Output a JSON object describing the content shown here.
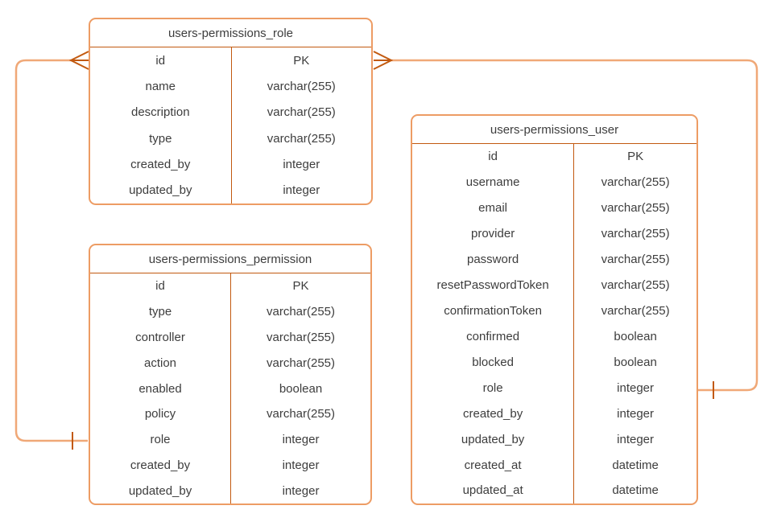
{
  "diagram": {
    "colors": {
      "edge_light": "#F0A877",
      "edge_dark": "#C2590F",
      "table_border": "#ED9C64",
      "text": "#3d3d3d"
    },
    "tables": [
      {
        "title": "users-permissions_role",
        "fields": [
          {
            "name": "id",
            "type": "PK"
          },
          {
            "name": "name",
            "type": "varchar(255)"
          },
          {
            "name": "description",
            "type": "varchar(255)"
          },
          {
            "name": "type",
            "type": "varchar(255)"
          },
          {
            "name": "created_by",
            "type": "integer"
          },
          {
            "name": "updated_by",
            "type": "integer"
          }
        ]
      },
      {
        "title": "users-permissions_permission",
        "fields": [
          {
            "name": "id",
            "type": "PK"
          },
          {
            "name": "type",
            "type": "varchar(255)"
          },
          {
            "name": "controller",
            "type": "varchar(255)"
          },
          {
            "name": "action",
            "type": "varchar(255)"
          },
          {
            "name": "enabled",
            "type": "boolean"
          },
          {
            "name": "policy",
            "type": "varchar(255)"
          },
          {
            "name": "role",
            "type": "integer"
          },
          {
            "name": "created_by",
            "type": "integer"
          },
          {
            "name": "updated_by",
            "type": "integer"
          }
        ]
      },
      {
        "title": "users-permissions_user",
        "fields": [
          {
            "name": "id",
            "type": "PK"
          },
          {
            "name": "username",
            "type": "varchar(255)"
          },
          {
            "name": "email",
            "type": "varchar(255)"
          },
          {
            "name": "provider",
            "type": "varchar(255)"
          },
          {
            "name": "password",
            "type": "varchar(255)"
          },
          {
            "name": "resetPasswordToken",
            "type": "varchar(255)"
          },
          {
            "name": "confirmationToken",
            "type": "varchar(255)"
          },
          {
            "name": "confirmed",
            "type": "boolean"
          },
          {
            "name": "blocked",
            "type": "boolean"
          },
          {
            "name": "role",
            "type": "integer"
          },
          {
            "name": "created_by",
            "type": "integer"
          },
          {
            "name": "updated_by",
            "type": "integer"
          },
          {
            "name": "created_at",
            "type": "datetime"
          },
          {
            "name": "updated_at",
            "type": "datetime"
          }
        ]
      }
    ],
    "relationships": [
      {
        "from": "users-permissions_role.id",
        "from_cardinality": "many",
        "to": "users-permissions_permission.role",
        "to_cardinality": "one"
      },
      {
        "from": "users-permissions_role.id",
        "from_cardinality": "many",
        "to": "users-permissions_user.role",
        "to_cardinality": "one"
      }
    ]
  }
}
